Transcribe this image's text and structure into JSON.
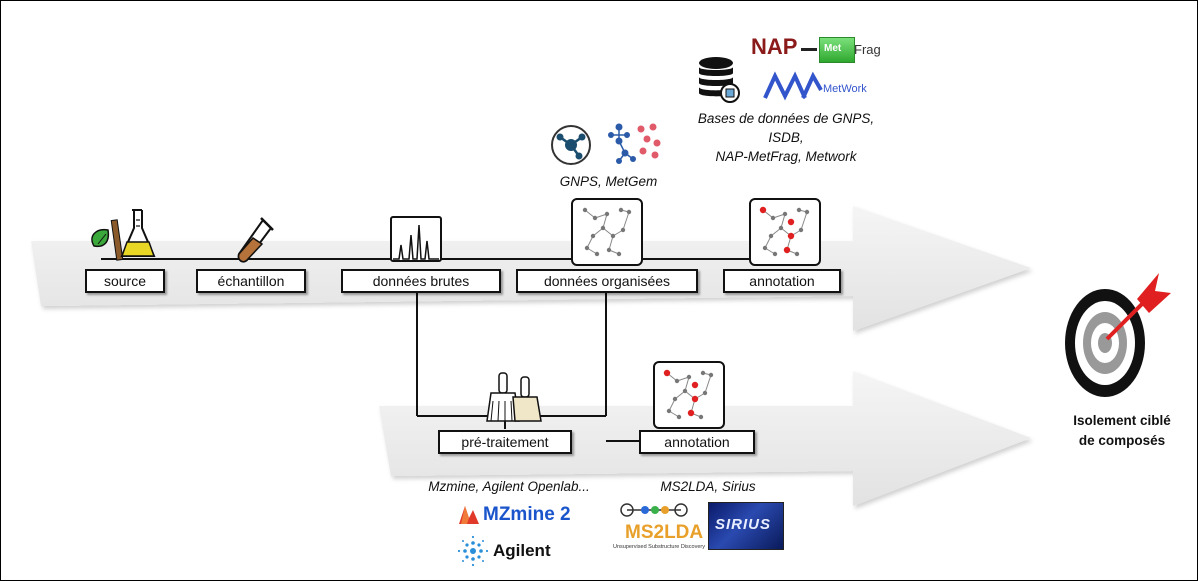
{
  "main_flow": {
    "stages": [
      {
        "key": "source",
        "label": "source"
      },
      {
        "key": "echantillon",
        "label": "échantillon"
      },
      {
        "key": "donnees_brutes",
        "label": "données brutes"
      },
      {
        "key": "donnees_organisees",
        "label": "données organisées"
      },
      {
        "key": "annotation",
        "label": "annotation"
      }
    ]
  },
  "processing_flow": {
    "stages": [
      {
        "key": "pretraitement",
        "label": "pré-traitement"
      },
      {
        "key": "annotation",
        "label": "annotation"
      }
    ]
  },
  "captions": {
    "network_tools": "GNPS, MetGem",
    "databases_line1": "Bases de données de GNPS,",
    "databases_line2": "ISDB,",
    "databases_line3": "NAP-MetFrag, Metwork",
    "preprocessing_tools": "Mzmine, Agilent Openlab...",
    "annotation_tools": "MS2LDA, Sirius"
  },
  "goal": {
    "line1": "Isolement ciblé",
    "line2": "de composés"
  },
  "logos": {
    "nap": "NAP",
    "metfrag": "Frag",
    "metfrag_prefix": "Met",
    "metwork": "MetWork",
    "mzmine": "MZmine 2",
    "agilent": "Agilent",
    "ms2lda": "MS2LDA",
    "ms2lda_sub": "Unsupervised Substructure Discovery",
    "sirius": "SIRIUS"
  },
  "icons": [
    "plant-flask-icon",
    "test-tube-icon",
    "spectrum-icon",
    "network-icon",
    "annotated-network-icon",
    "database-icon",
    "cleaning-brush-icon",
    "target-icon"
  ],
  "colors": {
    "arrow": "#ececec",
    "frame": "#000000",
    "nap_red": "#8b1a1a",
    "metfrag_green": "#3fc83f",
    "metwork_blue": "#3355cc",
    "mzmine_blue": "#1a55cc",
    "agilent_blue": "#2a8fd8",
    "ms2lda_orange": "#e8a02a",
    "target_red": "#e02020"
  }
}
